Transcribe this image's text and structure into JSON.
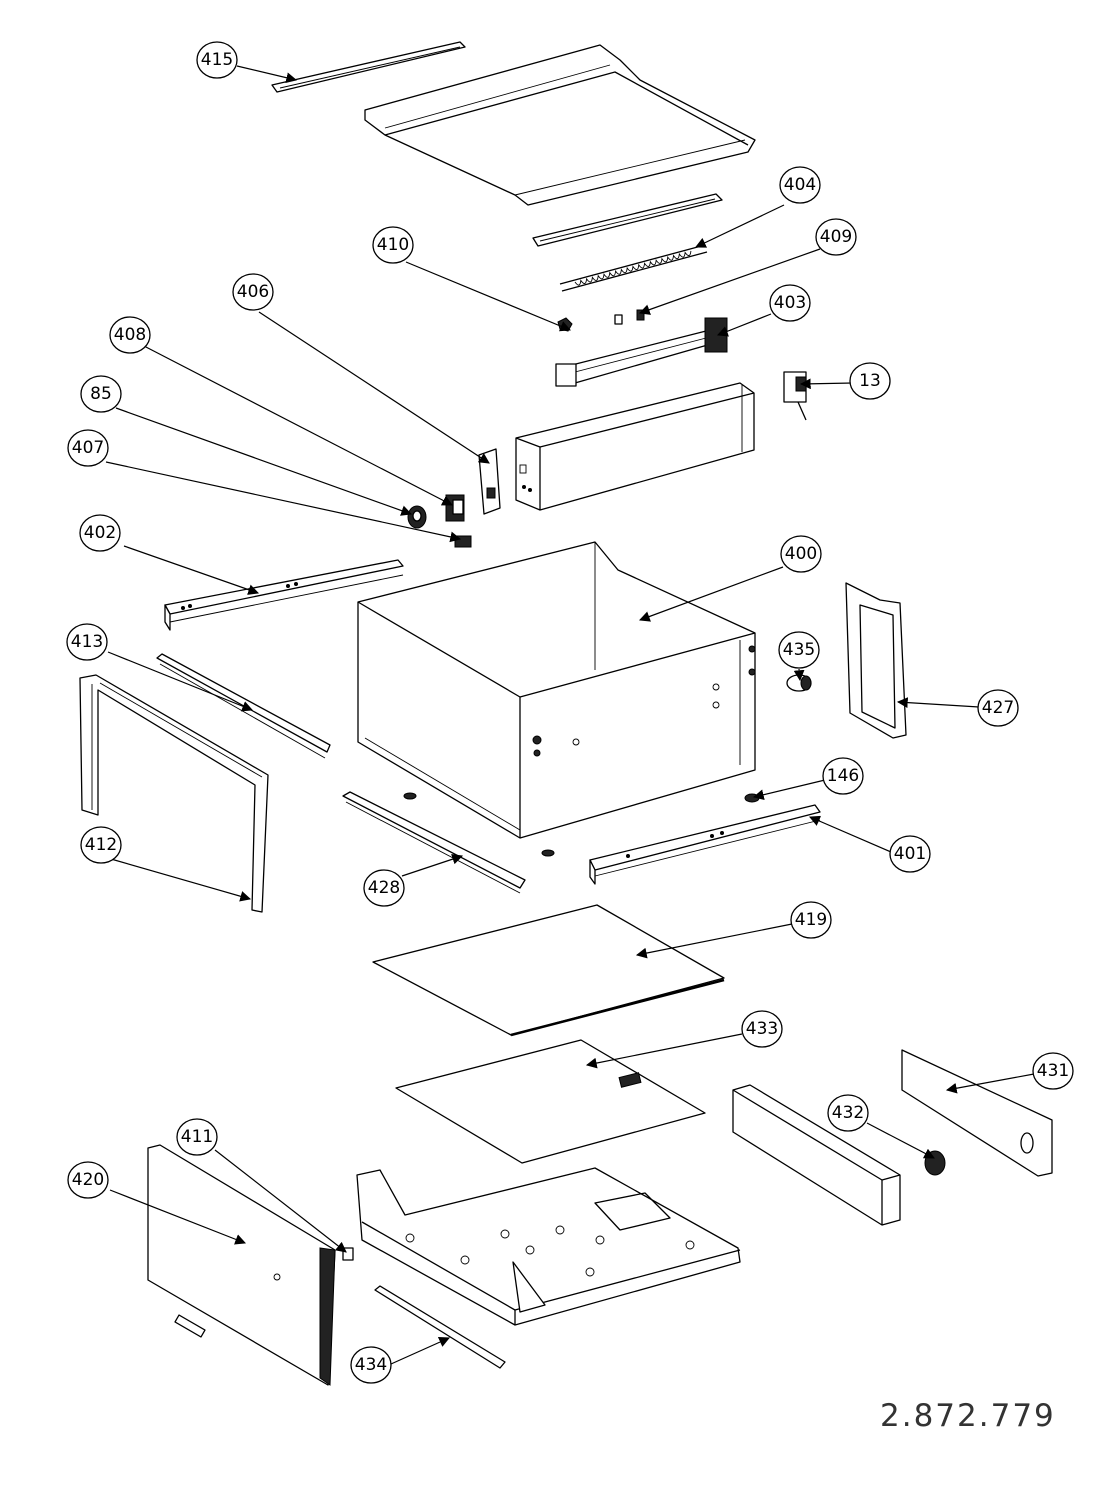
{
  "drawing_number": "2.872.779",
  "callouts": [
    "415",
    "404",
    "410",
    "409",
    "406",
    "403",
    "408",
    "13",
    "85",
    "407",
    "402",
    "400",
    "413",
    "435",
    "427",
    "146",
    "401",
    "412",
    "428",
    "419",
    "433",
    "431",
    "432",
    "411",
    "420",
    "434"
  ]
}
